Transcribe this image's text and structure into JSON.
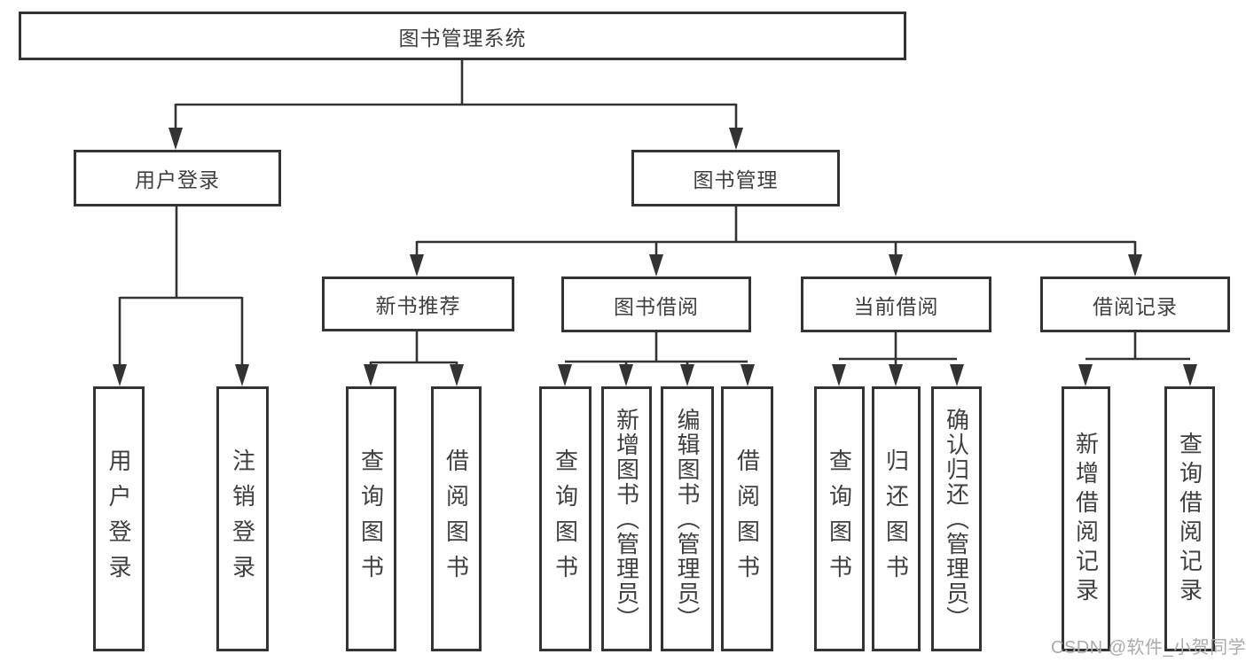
{
  "diagram": {
    "root": {
      "label": "图书管理系统"
    },
    "level2": [
      {
        "label": "用户登录"
      },
      {
        "label": "图书管理"
      }
    ],
    "level3": [
      {
        "label": "新书推荐"
      },
      {
        "label": "图书借阅"
      },
      {
        "label": "当前借阅"
      },
      {
        "label": "借阅记录"
      }
    ],
    "leaves": [
      {
        "label": "用户登录"
      },
      {
        "label": "注销登录"
      },
      {
        "label": "查询图书"
      },
      {
        "label": "借阅图书"
      },
      {
        "label": "查询图书"
      },
      {
        "label": "新增图书（管理员）"
      },
      {
        "label": "编辑图书（管理员）"
      },
      {
        "label": "借阅图书"
      },
      {
        "label": "查询图书"
      },
      {
        "label": "归还图书"
      },
      {
        "label": "确认归还（管理员）"
      },
      {
        "label": "新增借阅记录"
      },
      {
        "label": "查询借阅记录"
      }
    ],
    "colors": {
      "line": "#333333",
      "text": "#3f3f3f",
      "watermark": "#ababab"
    }
  },
  "watermark": {
    "text": "CSDN @软件_小贺同学"
  }
}
